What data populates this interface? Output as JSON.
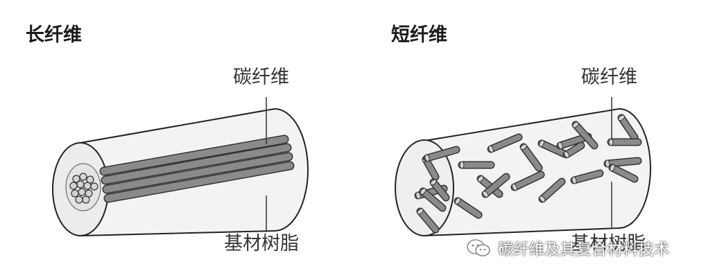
{
  "diagrams": [
    {
      "title": "长纤维",
      "fiber_label": "碳纤维",
      "matrix_label": "基材树脂"
    },
    {
      "title": "短纤维",
      "fiber_label": "碳纤维",
      "matrix_label": "基材树脂"
    }
  ],
  "watermark": {
    "text": "碳纤维及其复合材料技术",
    "icon": "wechat-icon"
  },
  "colors": {
    "cylinder_fill": "#f3f3f3",
    "outline": "#222222",
    "fiber": "#8a8a8a",
    "fiber_end": "#d4d4d4"
  }
}
